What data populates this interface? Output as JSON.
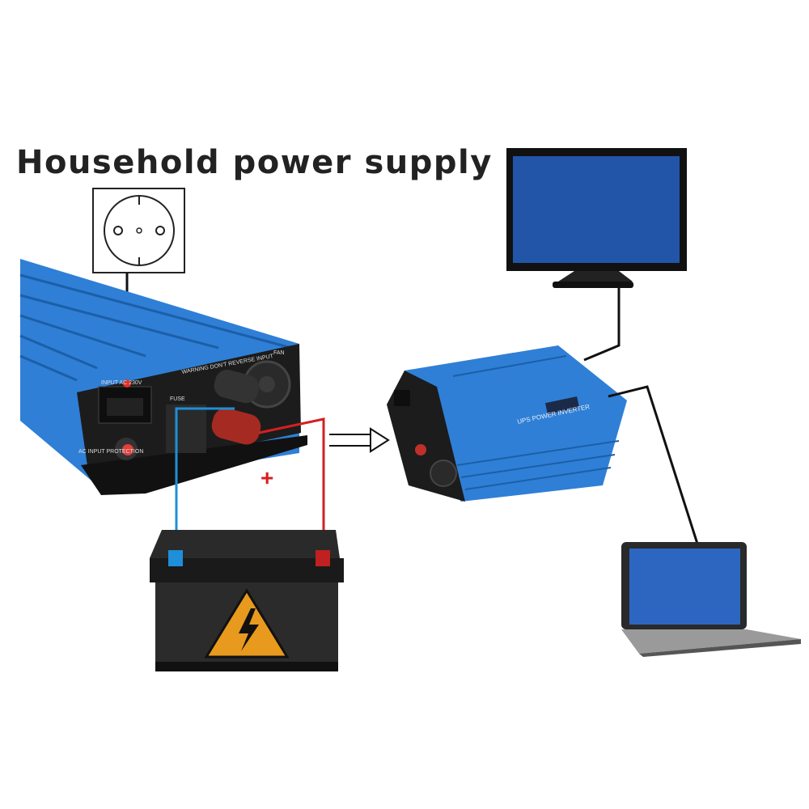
{
  "title": "Household power supply",
  "inverter_left": {
    "input_label": "INPUT AC 230V",
    "warning_label": "WARNING DON'T REVERSE INPUT",
    "fan_label": "FAN",
    "fuse_label": "FUSE",
    "protection_label": "AC INPUT PROTECTION"
  },
  "inverter_right": {
    "product_label": "UPS POWER INVERTER"
  },
  "battery": {
    "plus_sign": "+"
  },
  "colors": {
    "inverter_blue": "#2f7fd6",
    "positive_wire": "#d42020",
    "negative_wire": "#1e8fd8",
    "panel": "#1c1c1c"
  }
}
